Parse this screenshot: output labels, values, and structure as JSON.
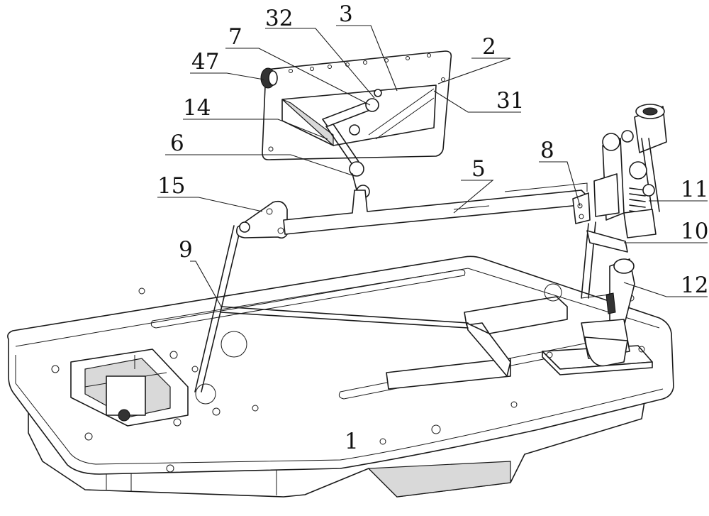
{
  "figure": {
    "labels": [
      "32",
      "3",
      "7",
      "2",
      "47",
      "31",
      "14",
      "6",
      "5",
      "8",
      "15",
      "11",
      "10",
      "9",
      "12",
      "1"
    ]
  }
}
